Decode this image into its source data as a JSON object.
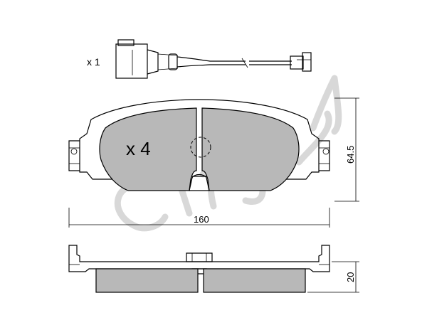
{
  "sensor_quantity": "x 1",
  "pad_quantity": "x 4",
  "dimensions": {
    "width": "160",
    "height": "64.5",
    "thickness": "20"
  },
  "watermark": "cifam",
  "colors": {
    "pad_fill": "#b8b8b8",
    "outline": "#000000",
    "watermark": "#d8d8d8"
  }
}
